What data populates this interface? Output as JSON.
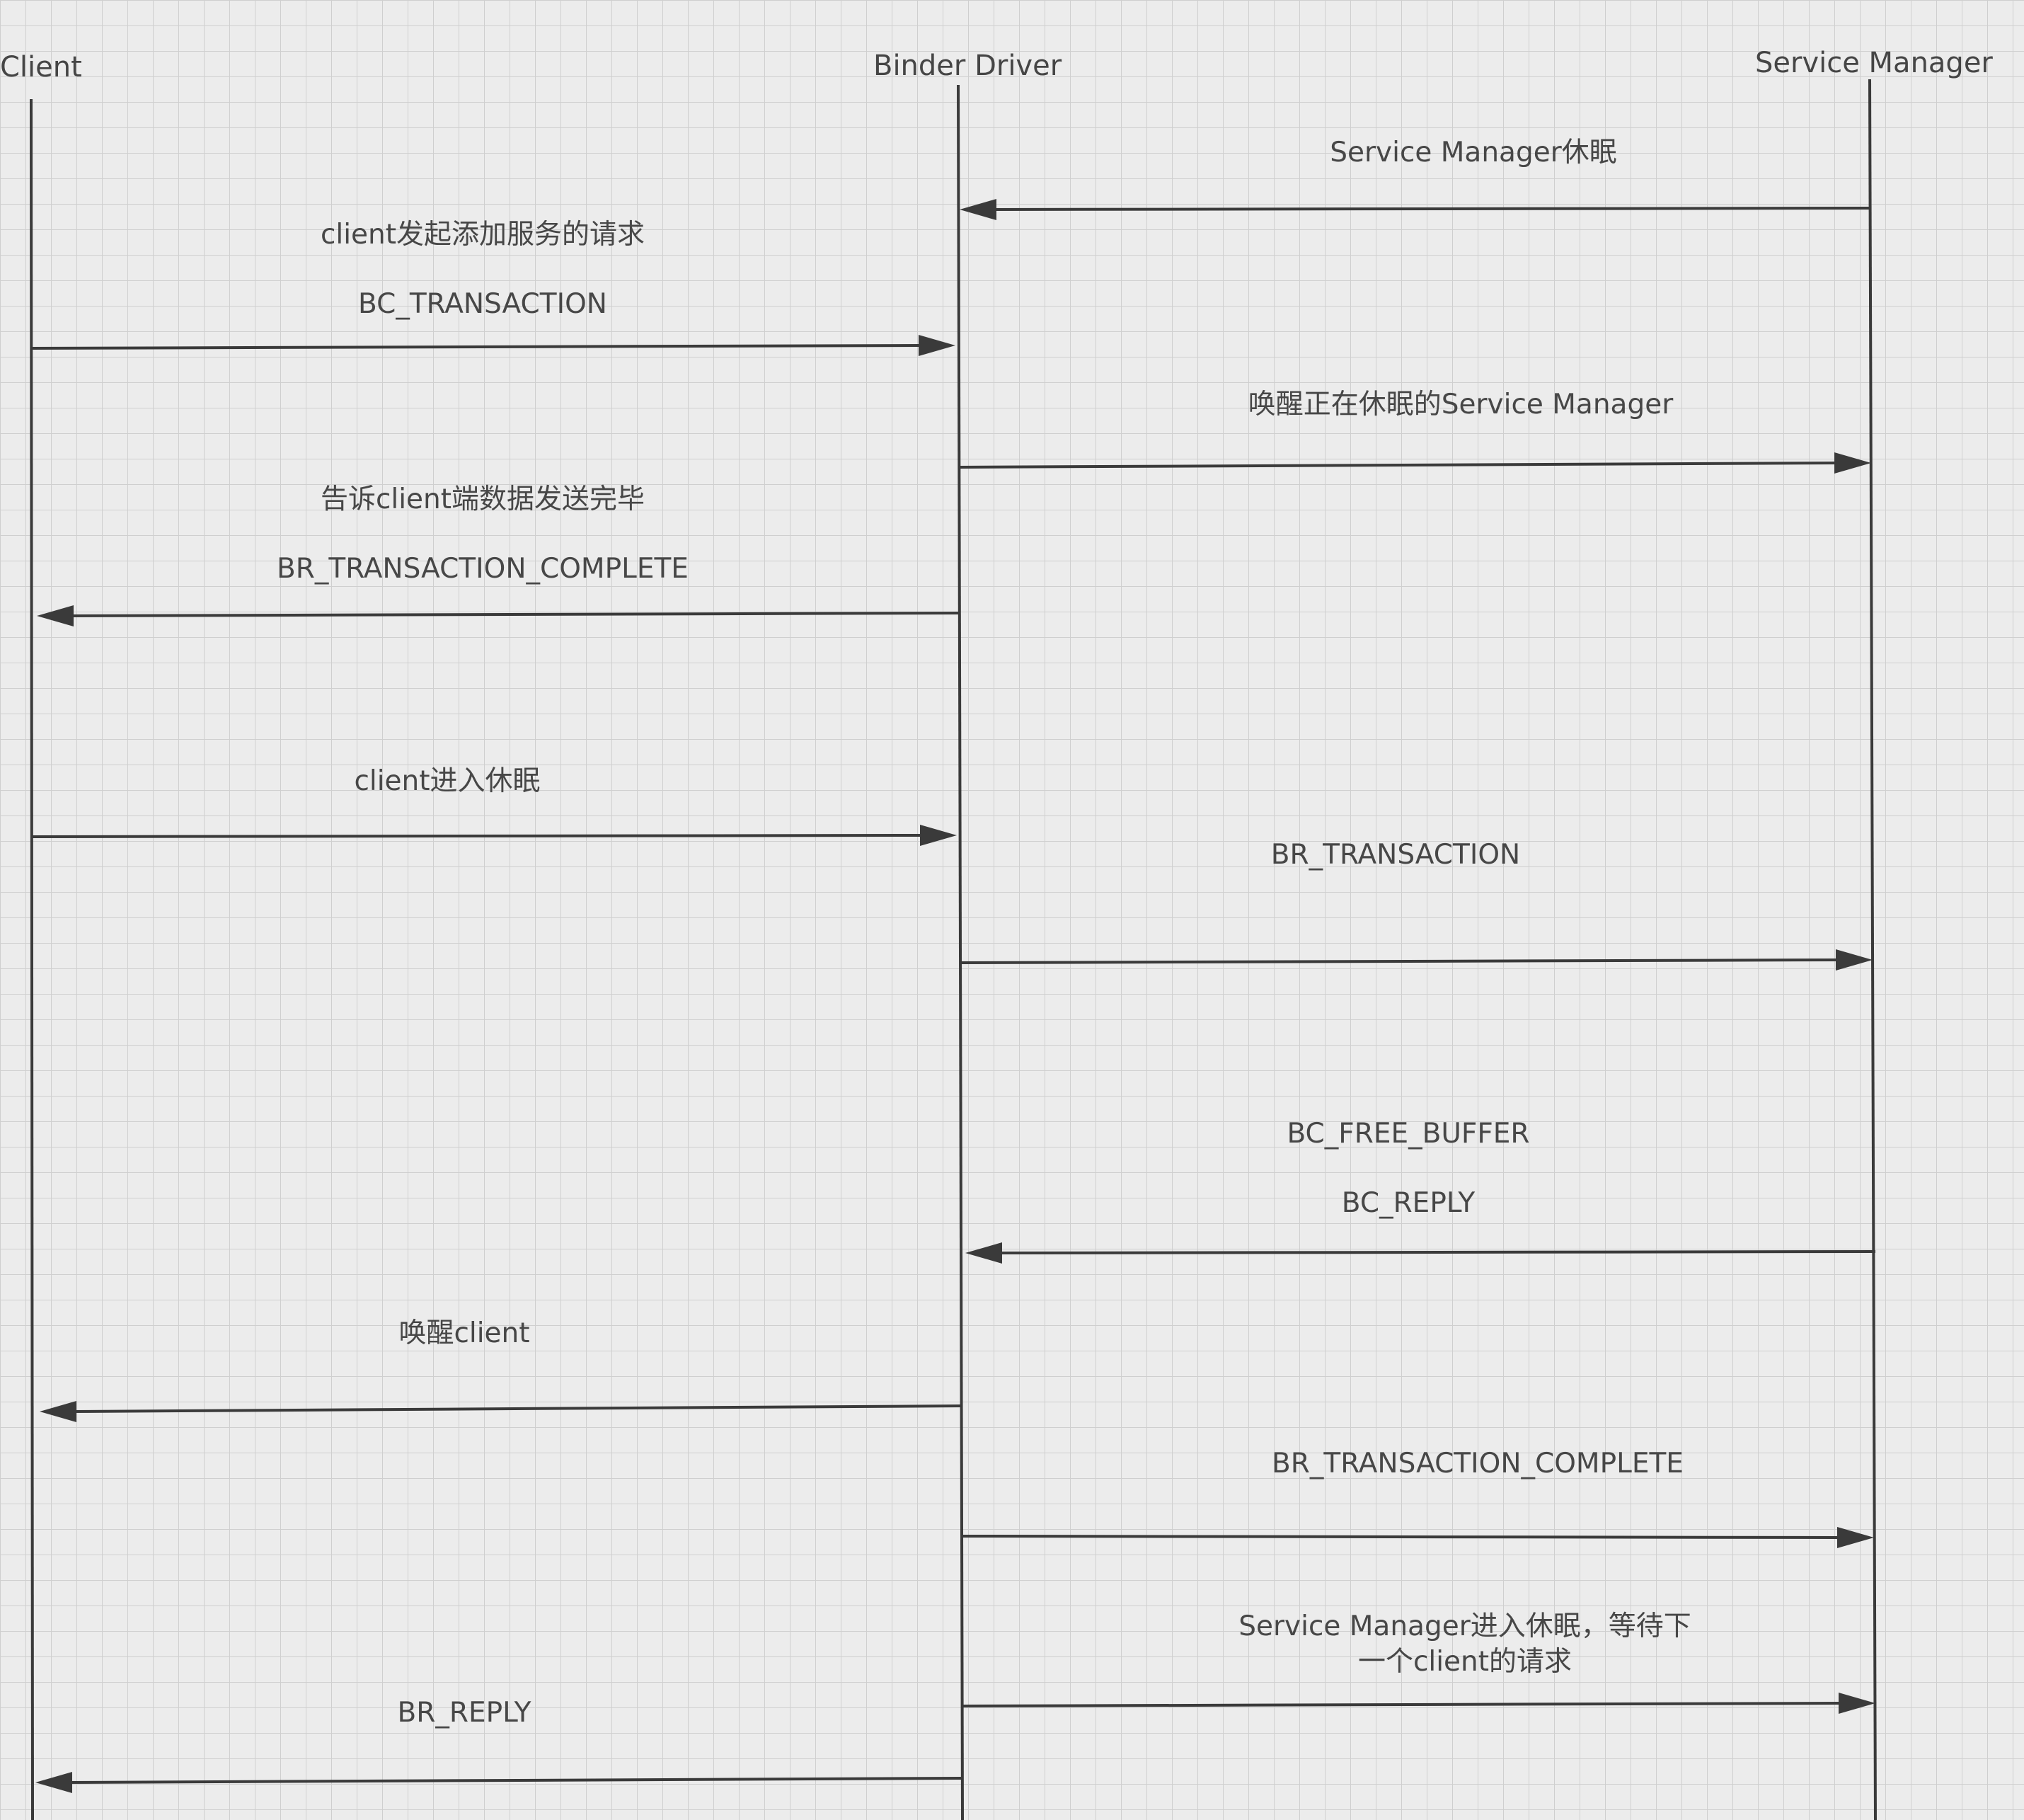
{
  "participants": {
    "client": "Client",
    "binder": "Binder Driver",
    "service_manager": "Service Manager"
  },
  "messages": [
    {
      "from": "service_manager",
      "to": "binder",
      "labels": [
        "Service Manager休眠"
      ]
    },
    {
      "from": "client",
      "to": "binder",
      "labels": [
        "client发起添加服务的请求",
        "BC_TRANSACTION"
      ]
    },
    {
      "from": "binder",
      "to": "service_manager",
      "labels": [
        "唤醒正在休眠的Service Manager"
      ]
    },
    {
      "from": "binder",
      "to": "client",
      "labels": [
        "告诉client端数据发送完毕",
        "BR_TRANSACTION_COMPLETE"
      ]
    },
    {
      "from": "client",
      "to": "binder",
      "labels": [
        "client进入休眠"
      ]
    },
    {
      "from": "binder",
      "to": "service_manager",
      "labels": [
        "BR_TRANSACTION"
      ]
    },
    {
      "from": "service_manager",
      "to": "binder",
      "labels": [
        "BC_FREE_BUFFER",
        "BC_REPLY"
      ]
    },
    {
      "from": "binder",
      "to": "client",
      "labels": [
        "唤醒client"
      ]
    },
    {
      "from": "binder",
      "to": "service_manager",
      "labels": [
        "BR_TRANSACTION_COMPLETE"
      ]
    },
    {
      "from": "binder",
      "to": "service_manager",
      "labels": [
        "Service Manager进入休眠，等待下",
        "一个client的请求"
      ]
    },
    {
      "from": "binder",
      "to": "client",
      "labels": [
        "BR_REPLY"
      ]
    }
  ]
}
